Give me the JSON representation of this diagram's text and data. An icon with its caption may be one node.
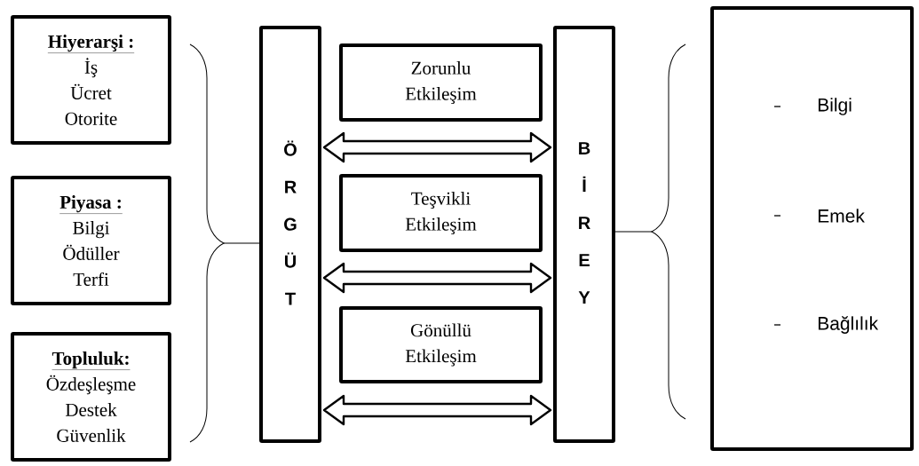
{
  "diagram": {
    "nodes": [
      {
        "text": [
          "Hiyerarşi :",
          "İş",
          "Ücret",
          "Otorite"
        ]
      },
      {
        "text": [
          "Piyasa :",
          "Bilgi",
          "Ödüller",
          "Terfi"
        ]
      },
      {
        "text": [
          "Topluluk:",
          "Özdeşleşme",
          "Destek",
          "Güvenlik"
        ]
      },
      {
        "text": [
          "ÖRGÜT"
        ]
      },
      {
        "text": [
          "Zorunlu Etkileşim"
        ]
      },
      {
        "text": [
          "Teşvikli Etkileşim"
        ]
      },
      {
        "text": [
          "Gönüllü Etkileşim"
        ]
      },
      {
        "text": [
          "BİREY"
        ]
      },
      {
        "text": [
          "Bilgi",
          "Emek",
          "Bağlılık"
        ]
      }
    ],
    "edges": [
      {
        "from": 3,
        "to": 7,
        "arrow": "both"
      },
      {
        "from": 3,
        "to": 7,
        "arrow": "both"
      },
      {
        "from": 3,
        "to": 7,
        "arrow": "both"
      }
    ]
  }
}
